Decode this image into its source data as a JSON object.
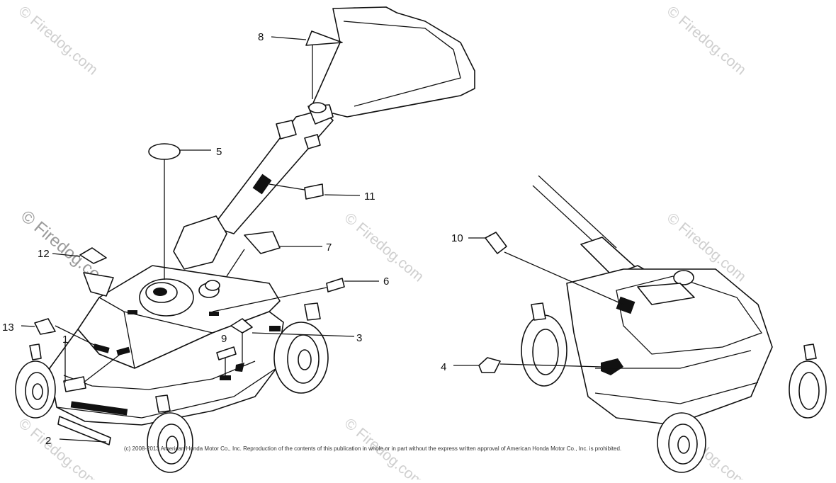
{
  "watermark": {
    "text": "© Firedog.com"
  },
  "callouts": [
    "1",
    "2",
    "3",
    "4",
    "5",
    "6",
    "7",
    "8",
    "9",
    "10",
    "11",
    "12",
    "13"
  ],
  "copyright": "(c) 2008-2013 American Honda Motor Co., Inc. Reproduction of the contents of this publication in whole or in part without the express written approval of American Honda Motor Co., Inc. is prohibited.",
  "colors": {
    "line": "#111111",
    "background": "#ffffff",
    "watermark": "#cfcfcf"
  }
}
